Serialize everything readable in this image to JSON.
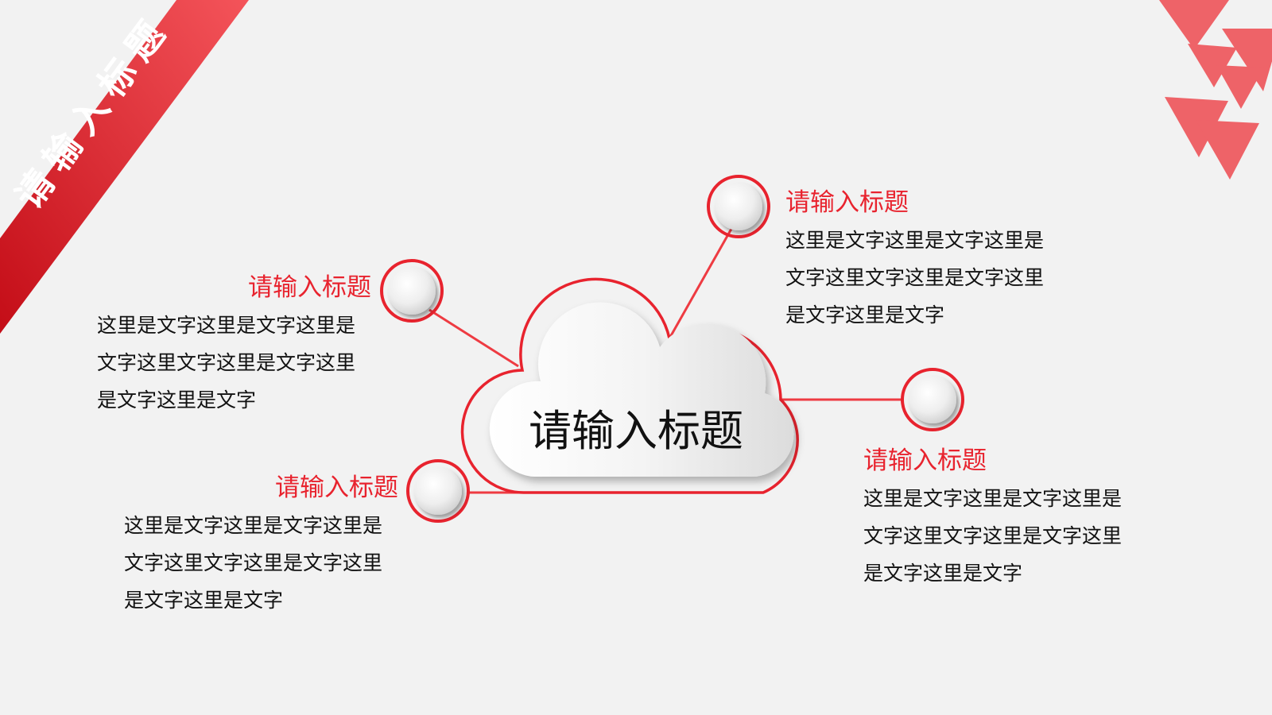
{
  "ribbon": {
    "label": "请输入标题",
    "color_top": "#f2494f",
    "color_bottom": "#c70f19"
  },
  "cloud": {
    "title": "请输入标题",
    "outline_color": "#e8232e"
  },
  "accent_color": "#e8232e",
  "nodes": [
    {
      "id": "top-right",
      "heading": "请输入标题",
      "lines": [
        "这里是文字这里是文字这里是",
        "文字这里文字这里是文字这里",
        "是文字这里是文字"
      ]
    },
    {
      "id": "left-upper",
      "heading": "请输入标题",
      "lines": [
        "这里是文字这里是文字这里是",
        "文字这里文字这里是文字这里",
        "是文字这里是文字"
      ]
    },
    {
      "id": "right-lower",
      "heading": "请输入标题",
      "lines": [
        "这里是文字这里是文字这里是",
        "文字这里文字这里是文字这里",
        "是文字这里是文字"
      ]
    },
    {
      "id": "left-lower",
      "heading": "请输入标题",
      "lines": [
        "这里是文字这里是文字这里是",
        "文字这里文字这里是文字这里",
        "是文字这里是文字"
      ]
    }
  ],
  "decoration": {
    "triangle_color": "#ee4b50"
  }
}
